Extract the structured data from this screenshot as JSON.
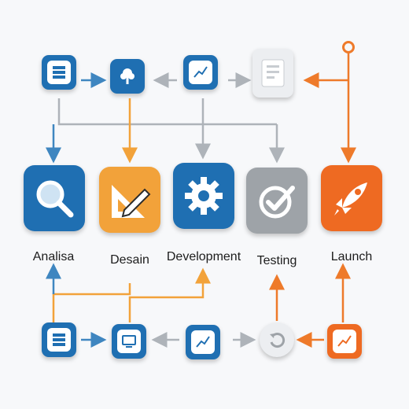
{
  "stages": [
    {
      "id": "analisa",
      "label": "Analisa",
      "icon": "magnifier-icon",
      "color": "#1f6fb2"
    },
    {
      "id": "desain",
      "label": "Desain",
      "icon": "pencil-ruler-icon",
      "color": "#f2a23a"
    },
    {
      "id": "development",
      "label": "Development",
      "icon": "gear-icon",
      "color": "#1f6fb2"
    },
    {
      "id": "testing",
      "label": "Testing",
      "icon": "checkmark-icon",
      "color": "#9ea3a8"
    },
    {
      "id": "launch",
      "label": "Launch",
      "icon": "rocket-icon",
      "color": "#ee6a22"
    }
  ],
  "top_row_icons": [
    "server-icon",
    "tree-icon",
    "chart-icon",
    "document-icon"
  ],
  "bottom_row_icons": [
    "server-icon",
    "monitor-icon",
    "chart-icon",
    "refresh-icon",
    "chart-icon"
  ],
  "colors": {
    "blue": "#1f6fb2",
    "yellow": "#f2a23a",
    "gray": "#9ea3a8",
    "orange": "#ee6a22",
    "connector_blue": "#4a90c4",
    "connector_gray": "#b8bcc2"
  }
}
